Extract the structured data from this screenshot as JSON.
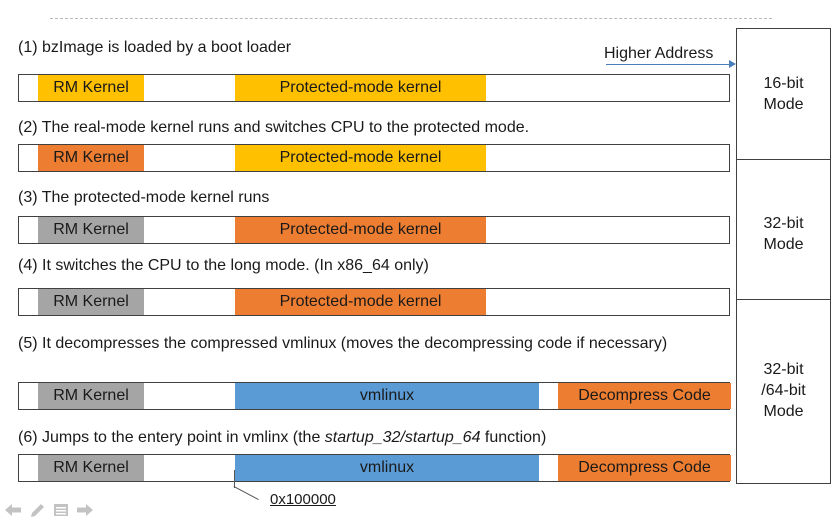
{
  "higher_address": "Higher Address",
  "steps": [
    {
      "text": "(1) bzImage is loaded by a boot loader"
    },
    {
      "text": "(2) The real-mode kernel runs and switches CPU to the protected mode."
    },
    {
      "text": "(3) The protected-mode kernel runs"
    },
    {
      "text": "(4) It switches the CPU to the long mode. (In x86_64 only)"
    },
    {
      "text": "(5) It decompresses the compressed vmlinux (moves the decompressing code if necessary)"
    },
    {
      "text_pre": "(6) Jumps to the entery point in vmlinx (the ",
      "text_em": "startup_32/startup_64",
      "text_post": " function)"
    }
  ],
  "bars": [
    {
      "rm": "RM Kernel",
      "pm": "Protected-mode kernel"
    },
    {
      "rm": "RM Kernel",
      "pm": "Protected-mode kernel"
    },
    {
      "rm": "RM Kernel",
      "pm": "Protected-mode kernel"
    },
    {
      "rm": "RM Kernel",
      "pm": "Protected-mode kernel"
    },
    {
      "rm": "RM Kernel",
      "vm": "vmlinux",
      "dc": "Decompress Code"
    },
    {
      "rm": "RM Kernel",
      "vm": "vmlinux",
      "dc": "Decompress Code"
    }
  ],
  "modes": [
    {
      "l1": "16-bit",
      "l2": "Mode"
    },
    {
      "l1": "32-bit",
      "l2": "Mode"
    },
    {
      "l1": "32-bit",
      "l2": "/64-bit",
      "l3": "Mode"
    }
  ],
  "address_label": "0x100000",
  "colors": {
    "yellow": "#ffc000",
    "orange": "#ed7d31",
    "gray": "#a5a5a5",
    "blue": "#5b9bd5"
  },
  "nav_icons": [
    "arrow-left-icon",
    "pencil-icon",
    "menu-icon",
    "arrow-right-icon"
  ]
}
